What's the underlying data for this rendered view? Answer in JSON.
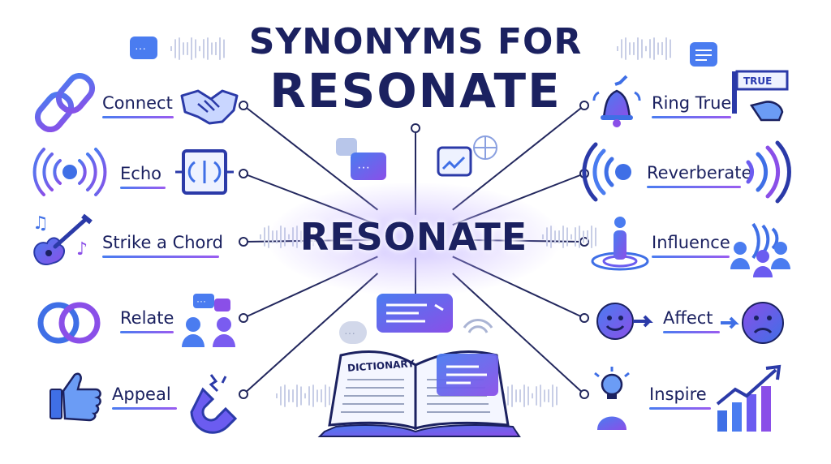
{
  "title": {
    "line1": "SYNONYMS FOR",
    "line2": "RESONATE"
  },
  "center": {
    "word": "RESONATE"
  },
  "synonyms_left": [
    {
      "label": "Connect",
      "icon": "chain-link-icon",
      "icon2": "handshake-icon"
    },
    {
      "label": "Echo",
      "icon": "sound-wave-icon",
      "icon2": "echo-box-icon"
    },
    {
      "label": "Strike a Chord",
      "icon": "guitar-music-icon",
      "icon2": ""
    },
    {
      "label": "Relate",
      "icon": "interlocking-rings-icon",
      "icon2": "people-chat-icon"
    },
    {
      "label": "Appeal",
      "icon": "thumbs-up-icon",
      "icon2": "magnet-icon"
    }
  ],
  "synonyms_right": [
    {
      "label": "Ring True",
      "icon": "bell-icon",
      "icon2": "true-sign-icon"
    },
    {
      "label": "Reverberate",
      "icon": "sound-wave-icon",
      "icon2": ""
    },
    {
      "label": "Influence",
      "icon": "person-ripple-icon",
      "icon2": "audience-icon"
    },
    {
      "label": "Affect",
      "icon": "smile-face-icon",
      "icon2": "sad-face-icon"
    },
    {
      "label": "Inspire",
      "icon": "lightbulb-person-icon",
      "icon2": "growth-chart-icon"
    }
  ],
  "decorations": {
    "sign_text": "TRUE",
    "book_text": "DICTIONARY"
  },
  "colors": {
    "title": "#1b2160",
    "accent_blue": "#4a7cf0",
    "accent_purple": "#8a4fe8",
    "line": "#23285e"
  }
}
